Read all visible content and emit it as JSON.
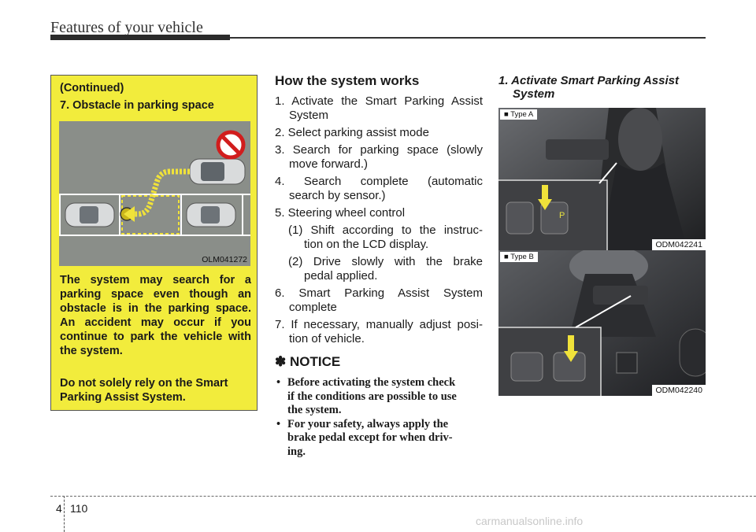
{
  "header": {
    "title": "Features of your vehicle"
  },
  "warning": {
    "continued": "(Continued)",
    "heading": "7. Obstacle in parking space",
    "figure_code": "OLM041272",
    "para1": "The system may search for a parking space even though an obstacle is in the parking space. An accident may occur if you continue to park the vehicle with the system.",
    "para2": "Do not solely rely on the Smart Parking Assist System."
  },
  "how": {
    "title": "How the system works",
    "steps": [
      {
        "l1": "1. Activate the Smart Parking Assist",
        "l2": "System"
      },
      {
        "l1": "2. Select parking assist mode",
        "l2": ""
      },
      {
        "l1": "3. Search for parking space (slowly",
        "l2": "move forward.)"
      },
      {
        "l1": "4. Search complete (automatic",
        "l2": "search by sensor.)"
      },
      {
        "l1": "5. Steering wheel control",
        "l2": ""
      },
      {
        "l1": "(1) Shift according to the instruc-",
        "l2": "tion on the LCD display."
      },
      {
        "l1": "(2) Drive slowly with the brake",
        "l2": "pedal applied."
      },
      {
        "l1": "6. Smart Parking Assist System",
        "l2": "complete"
      },
      {
        "l1": "7. If necessary, manually adjust posi-",
        "l2": "tion of vehicle."
      }
    ]
  },
  "notice": {
    "symbol": "✽",
    "title": "NOTICE",
    "bullet": "•",
    "items": [
      {
        "l1": "Before activating the system check",
        "l2": "if the conditions are possible to use",
        "l3": "the system."
      },
      {
        "l1": "For your safety, always apply the",
        "l2": "brake pedal except for when driv-",
        "l3": "ing."
      }
    ]
  },
  "right": {
    "heading_l1": "1. Activate Smart Parking Assist",
    "heading_l2": "System",
    "photoA": {
      "tag": "■ Type A",
      "code": "ODM042241"
    },
    "photoB": {
      "tag": "■ Type B",
      "code": "ODM042240"
    }
  },
  "footer": {
    "section": "4",
    "page": "110"
  },
  "watermark": "carmanualsonline.info"
}
